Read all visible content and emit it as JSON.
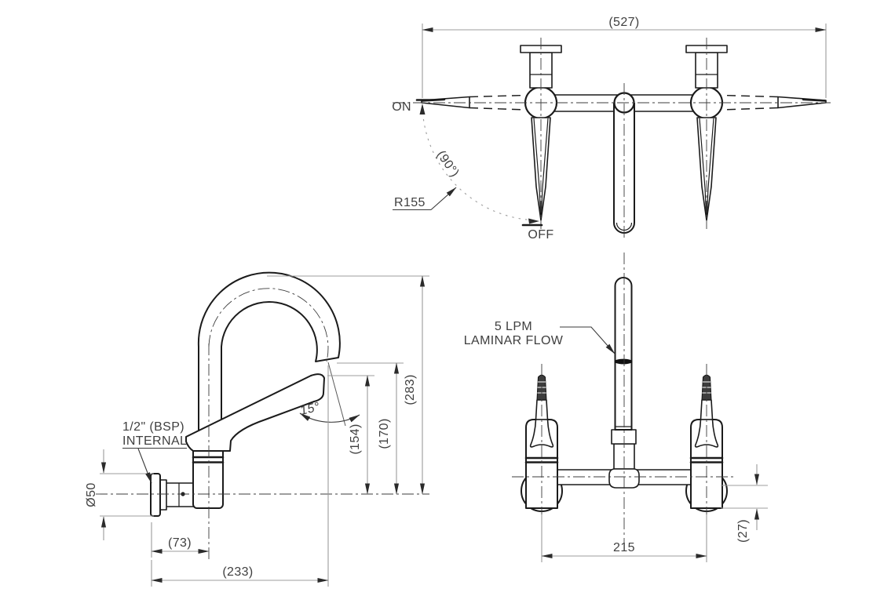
{
  "colors": {
    "object_line": "#1b1b1b",
    "dimension_line": "#9c9c9c",
    "text": "#3f3f3f",
    "flow_band": "#111111"
  },
  "top_view": {
    "overall_width": "(527)",
    "handle_rotation": "(90°)",
    "handle_radius": "R155",
    "position_on": "ON",
    "position_off": "OFF"
  },
  "side_view": {
    "overall_height": "(283)",
    "spout_outlet_height": "(170)",
    "handle_height": "(154)",
    "handle_tilt": "15°",
    "wall_to_riser": "(73)",
    "wall_to_outlet": "(233)",
    "flange_diameter": "Ø50",
    "thread_note_line1": "1/2\" (BSP)",
    "thread_note_line2": "INTERNAL"
  },
  "front_view": {
    "flow_note_line1": "5 LPM",
    "flow_note_line2": "LAMINAR FLOW",
    "valve_centres": "215",
    "manifold_offset": "(27)"
  }
}
